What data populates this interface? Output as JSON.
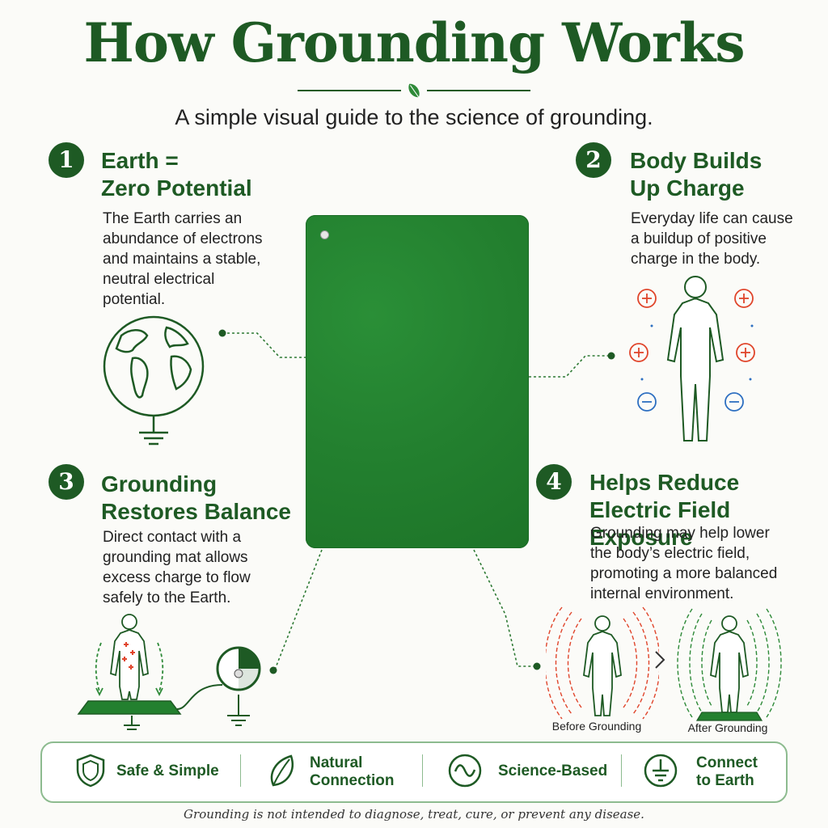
{
  "header": {
    "title": "How Grounding Works",
    "subtitle": "A simple visual guide to the science of grounding."
  },
  "steps": [
    {
      "number": "1",
      "heading": "Earth =\nZero Potential",
      "description": "The Earth carries an\nabundance of electrons\nand maintains a stable,\nneutral electrical\npotential."
    },
    {
      "number": "2",
      "heading": "Body Builds\nUp Charge",
      "description": "Everyday life can cause\na buildup of positive\ncharge in the body."
    },
    {
      "number": "3",
      "heading": "Grounding\nRestores Balance",
      "description": "Direct contact with a\ngrounding mat allows\nexcess charge to flow\nsafely to the Earth."
    },
    {
      "number": "4",
      "heading": "Helps Reduce\nElectric Field Exposure",
      "description": "Grounding may help lower\nthe body’s electric field,\npromoting a more balanced\ninternal environment."
    }
  ],
  "comparison": {
    "before_label": "Before Grounding",
    "after_label": "After Grounding"
  },
  "benefits": [
    {
      "icon": "shield-icon",
      "label": "Safe & Simple"
    },
    {
      "icon": "leaf-icon",
      "label": "Natural\nConnection"
    },
    {
      "icon": "wave-icon",
      "label": "Science-Based"
    },
    {
      "icon": "ground-symbol-icon",
      "label": "Connect\nto Earth"
    }
  ],
  "disclaimer": "Grounding is not intended to diagnose, treat, cure, or prevent any disease.",
  "colors": {
    "brand_green": "#1e5a24",
    "mat_green": "#23802f",
    "positive": "#e0452b",
    "negative": "#2d6fc1"
  }
}
